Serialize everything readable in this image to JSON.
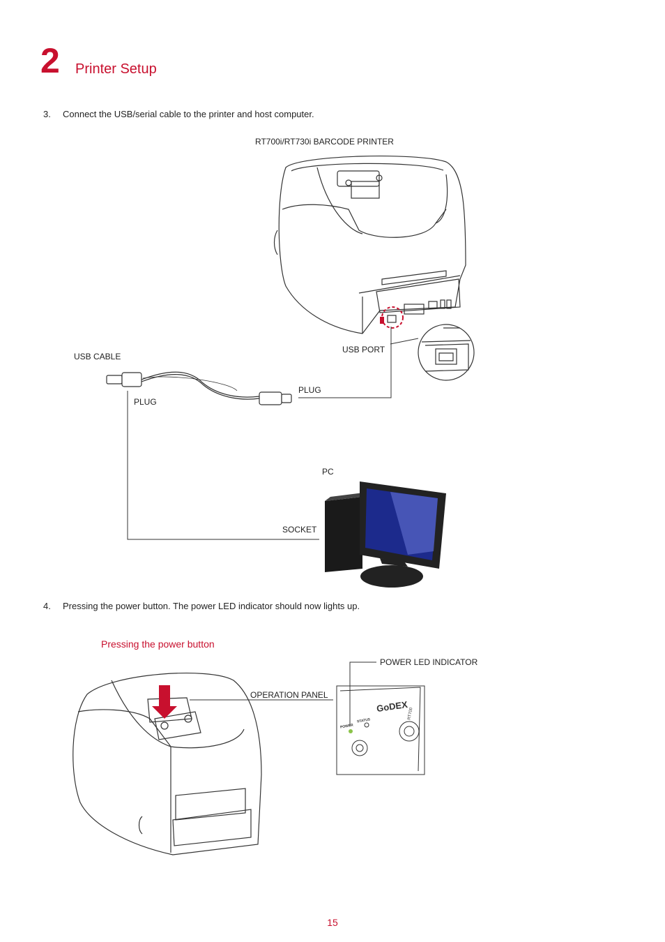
{
  "chapter": {
    "number": "2",
    "title": "Printer Setup"
  },
  "step3": {
    "num": "3.",
    "text": "Connect the USB/serial cable to the printer and host computer."
  },
  "diagram1": {
    "printer_label": "RT700i/RT730i BARCODE PRINTER",
    "usb_port_label": "USB PORT",
    "usb_cable_label": "USB CABLE",
    "plug_right_label": "PLUG",
    "plug_left_label": "PLUG",
    "pc_label": "PC",
    "socket_label": "SOCKET"
  },
  "step4": {
    "num": "4.",
    "text": "Pressing the power button. The power LED indicator should now lights up."
  },
  "diagram2": {
    "caption": "Pressing the power button",
    "power_led_label": "POWER LED INDICATOR",
    "operation_panel_label": "OPERATION PANEL",
    "panel_brand": "GoDEX",
    "panel_model": "RT700",
    "panel_power": "POWER",
    "panel_status": "STATUS"
  },
  "page_number": "15",
  "colors": {
    "accent": "#c8102e",
    "text": "#222222",
    "line": "#333333"
  }
}
